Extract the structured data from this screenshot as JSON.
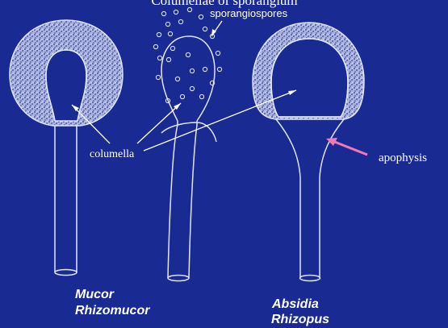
{
  "labels": {
    "top_cut": "Columellae of sporangium",
    "sporangiospores": "sporangiospores",
    "columella": "columella",
    "apophysis": "apophysis",
    "genus_left_1": "Mucor",
    "genus_left_2": "Rhizomucor",
    "genus_right_1": "Absidia",
    "genus_right_2": "Rhizopus"
  },
  "colors": {
    "background": "#1a2a93",
    "outline": "#dfe4ff",
    "apophysis_arrow": "#f07ab8"
  }
}
